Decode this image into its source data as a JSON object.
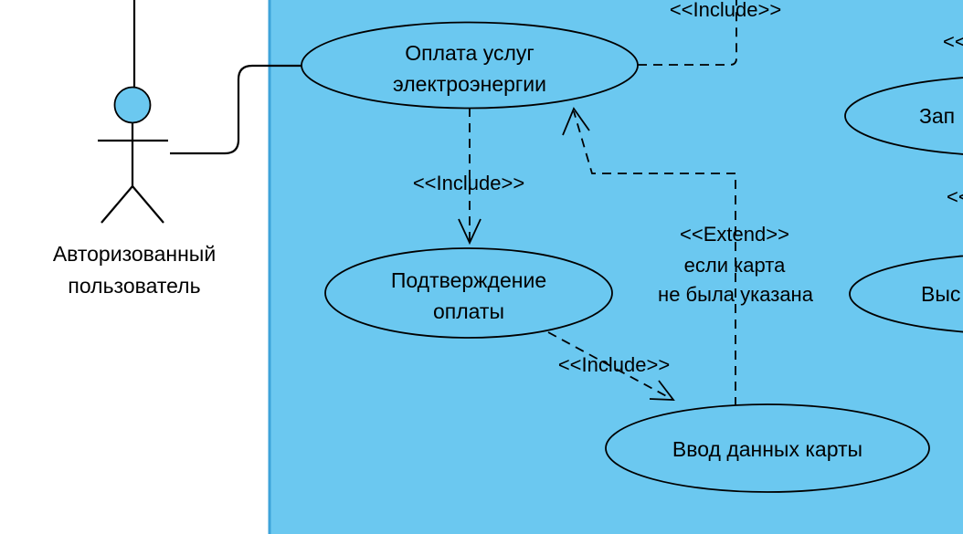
{
  "colors": {
    "system_fill": "#6BC8F0",
    "system_border": "#3DA3DA",
    "line": "#000000",
    "background": "#FFFFFF"
  },
  "actor": {
    "label_line1": "Авторизованный",
    "label_line2": "пользователь"
  },
  "usecases": {
    "payment": {
      "line1": "Оплата услуг",
      "line2": "электроэнергии"
    },
    "confirmation": {
      "line1": "Подтверждение",
      "line2": "оплаты"
    },
    "card_entry": {
      "label": "Ввод данных карты"
    },
    "top_right_partial": {
      "label": "Зап"
    },
    "right_partial": {
      "label": "Выс"
    }
  },
  "relations": {
    "include_top": {
      "label": "<<Include>>"
    },
    "include_confirmation": {
      "label": "<<Include>>"
    },
    "include_card": {
      "label": "<<Include>>"
    },
    "extend": {
      "line1": "<<Extend>>",
      "line2": "если карта",
      "line3": "не была указана"
    },
    "partial_top": {
      "label": "<<"
    },
    "partial_mid": {
      "label": "<<"
    }
  }
}
